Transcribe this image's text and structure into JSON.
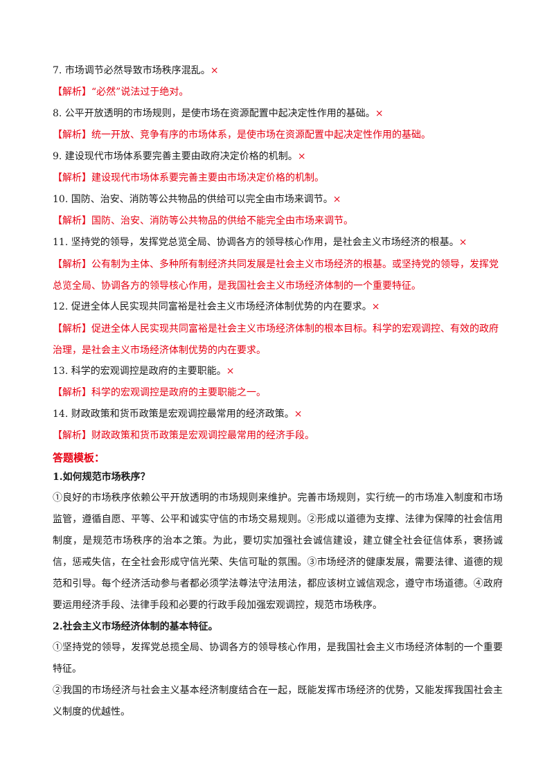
{
  "items": [
    {
      "q": "7. 市场调节必然导致市场秩序混乱。",
      "mark": "×",
      "tag": "【解析】",
      "ans": "“必然”说法过于绝对。"
    },
    {
      "q": "8. 公平开放透明的市场规则，是使市场在资源配置中起决定性作用的基础。",
      "mark": "×",
      "tag": "【解析】",
      "ans": "统一开放、竞争有序的市场体系，是使市场在资源配置中起决定性作用的基础。"
    },
    {
      "q": "9. 建设现代市场体系要完善主要由政府决定价格的机制。",
      "mark": "×",
      "tag": "【解析】",
      "ans": "建设现代市场体系要完善主要由市场决定价格的机制。"
    },
    {
      "q": "10. 国防、治安、消防等公共物品的供给可以完全由市场来调节。",
      "mark": "×",
      "tag": "【解析】",
      "ans": "国防、治安、消防等公共物品的供给不能完全由市场来调节。"
    },
    {
      "q": "11. 坚持党的领导，发挥党总览全局、协调各方的领导核心作用，是社会主义市场经济的根基。",
      "mark": "×",
      "tag": "【解析】",
      "ans": "公有制为主体、多种所有制经济共同发展是社会主义市场经济的根基。或坚持党的领导，发挥党总览全局、协调各方的领导核心作用，是我国社会主义市场经济体制的一个重要特征。"
    },
    {
      "q": "12. 促进全体人民实现共同富裕是社会主义市场经济体制优势的内在要求。",
      "mark": "×",
      "tag": "【解析】",
      "ans": "促进全体人民实现共同富裕是社会主义市场经济体制的根本目标。科学的宏观调控、有效的政府治理，是社会主义市场经济体制优势的内在要求。"
    },
    {
      "q": "13. 科学的宏观调控是政府的主要职能。",
      "mark": "×",
      "tag": "【解析】",
      "ans": "科学的宏观调控是政府的主要职能之一。"
    },
    {
      "q": "14. 财政政策和货币政策是宏观调控最常用的经济政策。",
      "mark": "×",
      "tag": "【解析】",
      "ans": "财政政策和货币政策是宏观调控最常用的经济手段。"
    }
  ],
  "template": {
    "title": "答题模板：",
    "sections": [
      {
        "heading": "1.如何规范市场秩序？",
        "paragraphs": [
          "①良好的市场秩序依赖公平开放透明的市场规则来维护。完善市场规则，实行统一的市场准入制度和市场监管，遵循自愿、平等、公平和诚实守信的市场交易规则。②形成以道德为支撑、法律为保障的社会信用制度，是规范市场秩序的治本之策。为此，要切实加强社会诚信建设，建立健全社会征信体系，褒扬诚信，惩戒失信，在全社会形成守信光荣、失信可耻的氛围。③市场经济的健康发展，需要法律、道德的规范和引导。每个经济活动参与者都必须学法尊法守法用法，都应该树立诚信观念，遵守市场道德。④政府要运用经济手段、法律手段和必要的行政手段加强宏观调控，规范市场秩序。"
        ]
      },
      {
        "heading": "2.社会主义市场经济体制的基本特征。",
        "paragraphs": [
          "①坚持党的领导，发挥党总揽全局、协调各方的领导核心作用，是我国社会主义市场经济体制的一个重要特征。",
          "②我国的市场经济与社会主义基本经济制度结合在一起，既能发挥市场经济的优势，又能发挥我国社会主义制度的优越性。"
        ]
      }
    ]
  }
}
